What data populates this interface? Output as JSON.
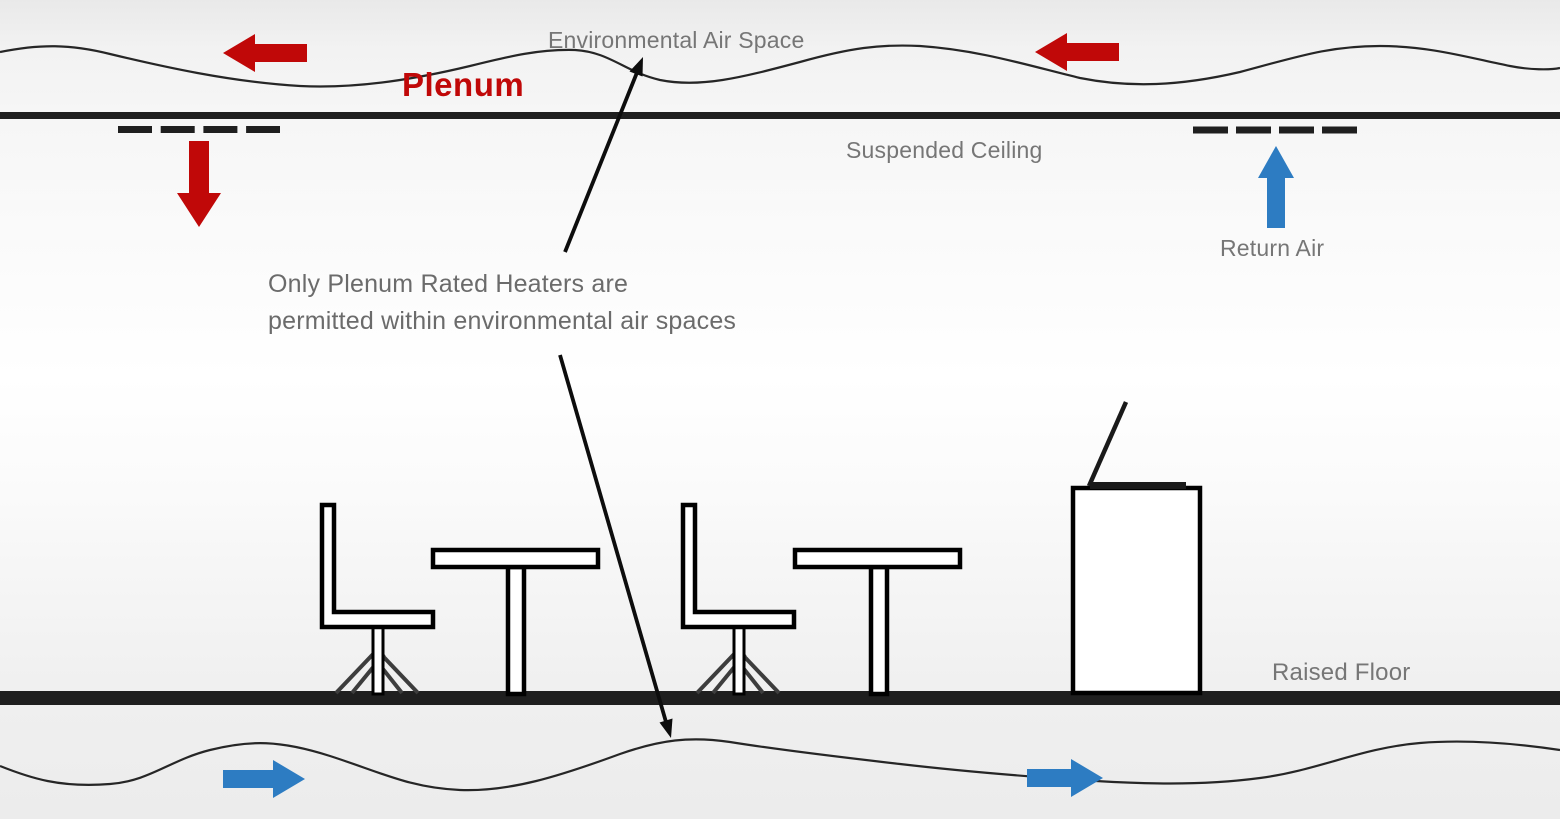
{
  "diagram": {
    "plenum_label": "Plenum",
    "env_air_space_label": "Environmental Air Space",
    "suspended_ceiling_label": "Suspended Ceiling",
    "return_air_label": "Return Air",
    "raised_floor_label": "Raised Floor",
    "annotation": {
      "line1": "Only Plenum Rated Heaters are",
      "line2": "permitted within environmental air spaces"
    },
    "colors": {
      "plenum_red": "#c00808",
      "airflow_blue": "#2d7cc2",
      "line_black": "#1f1f1f",
      "label_gray": "#767676"
    }
  }
}
